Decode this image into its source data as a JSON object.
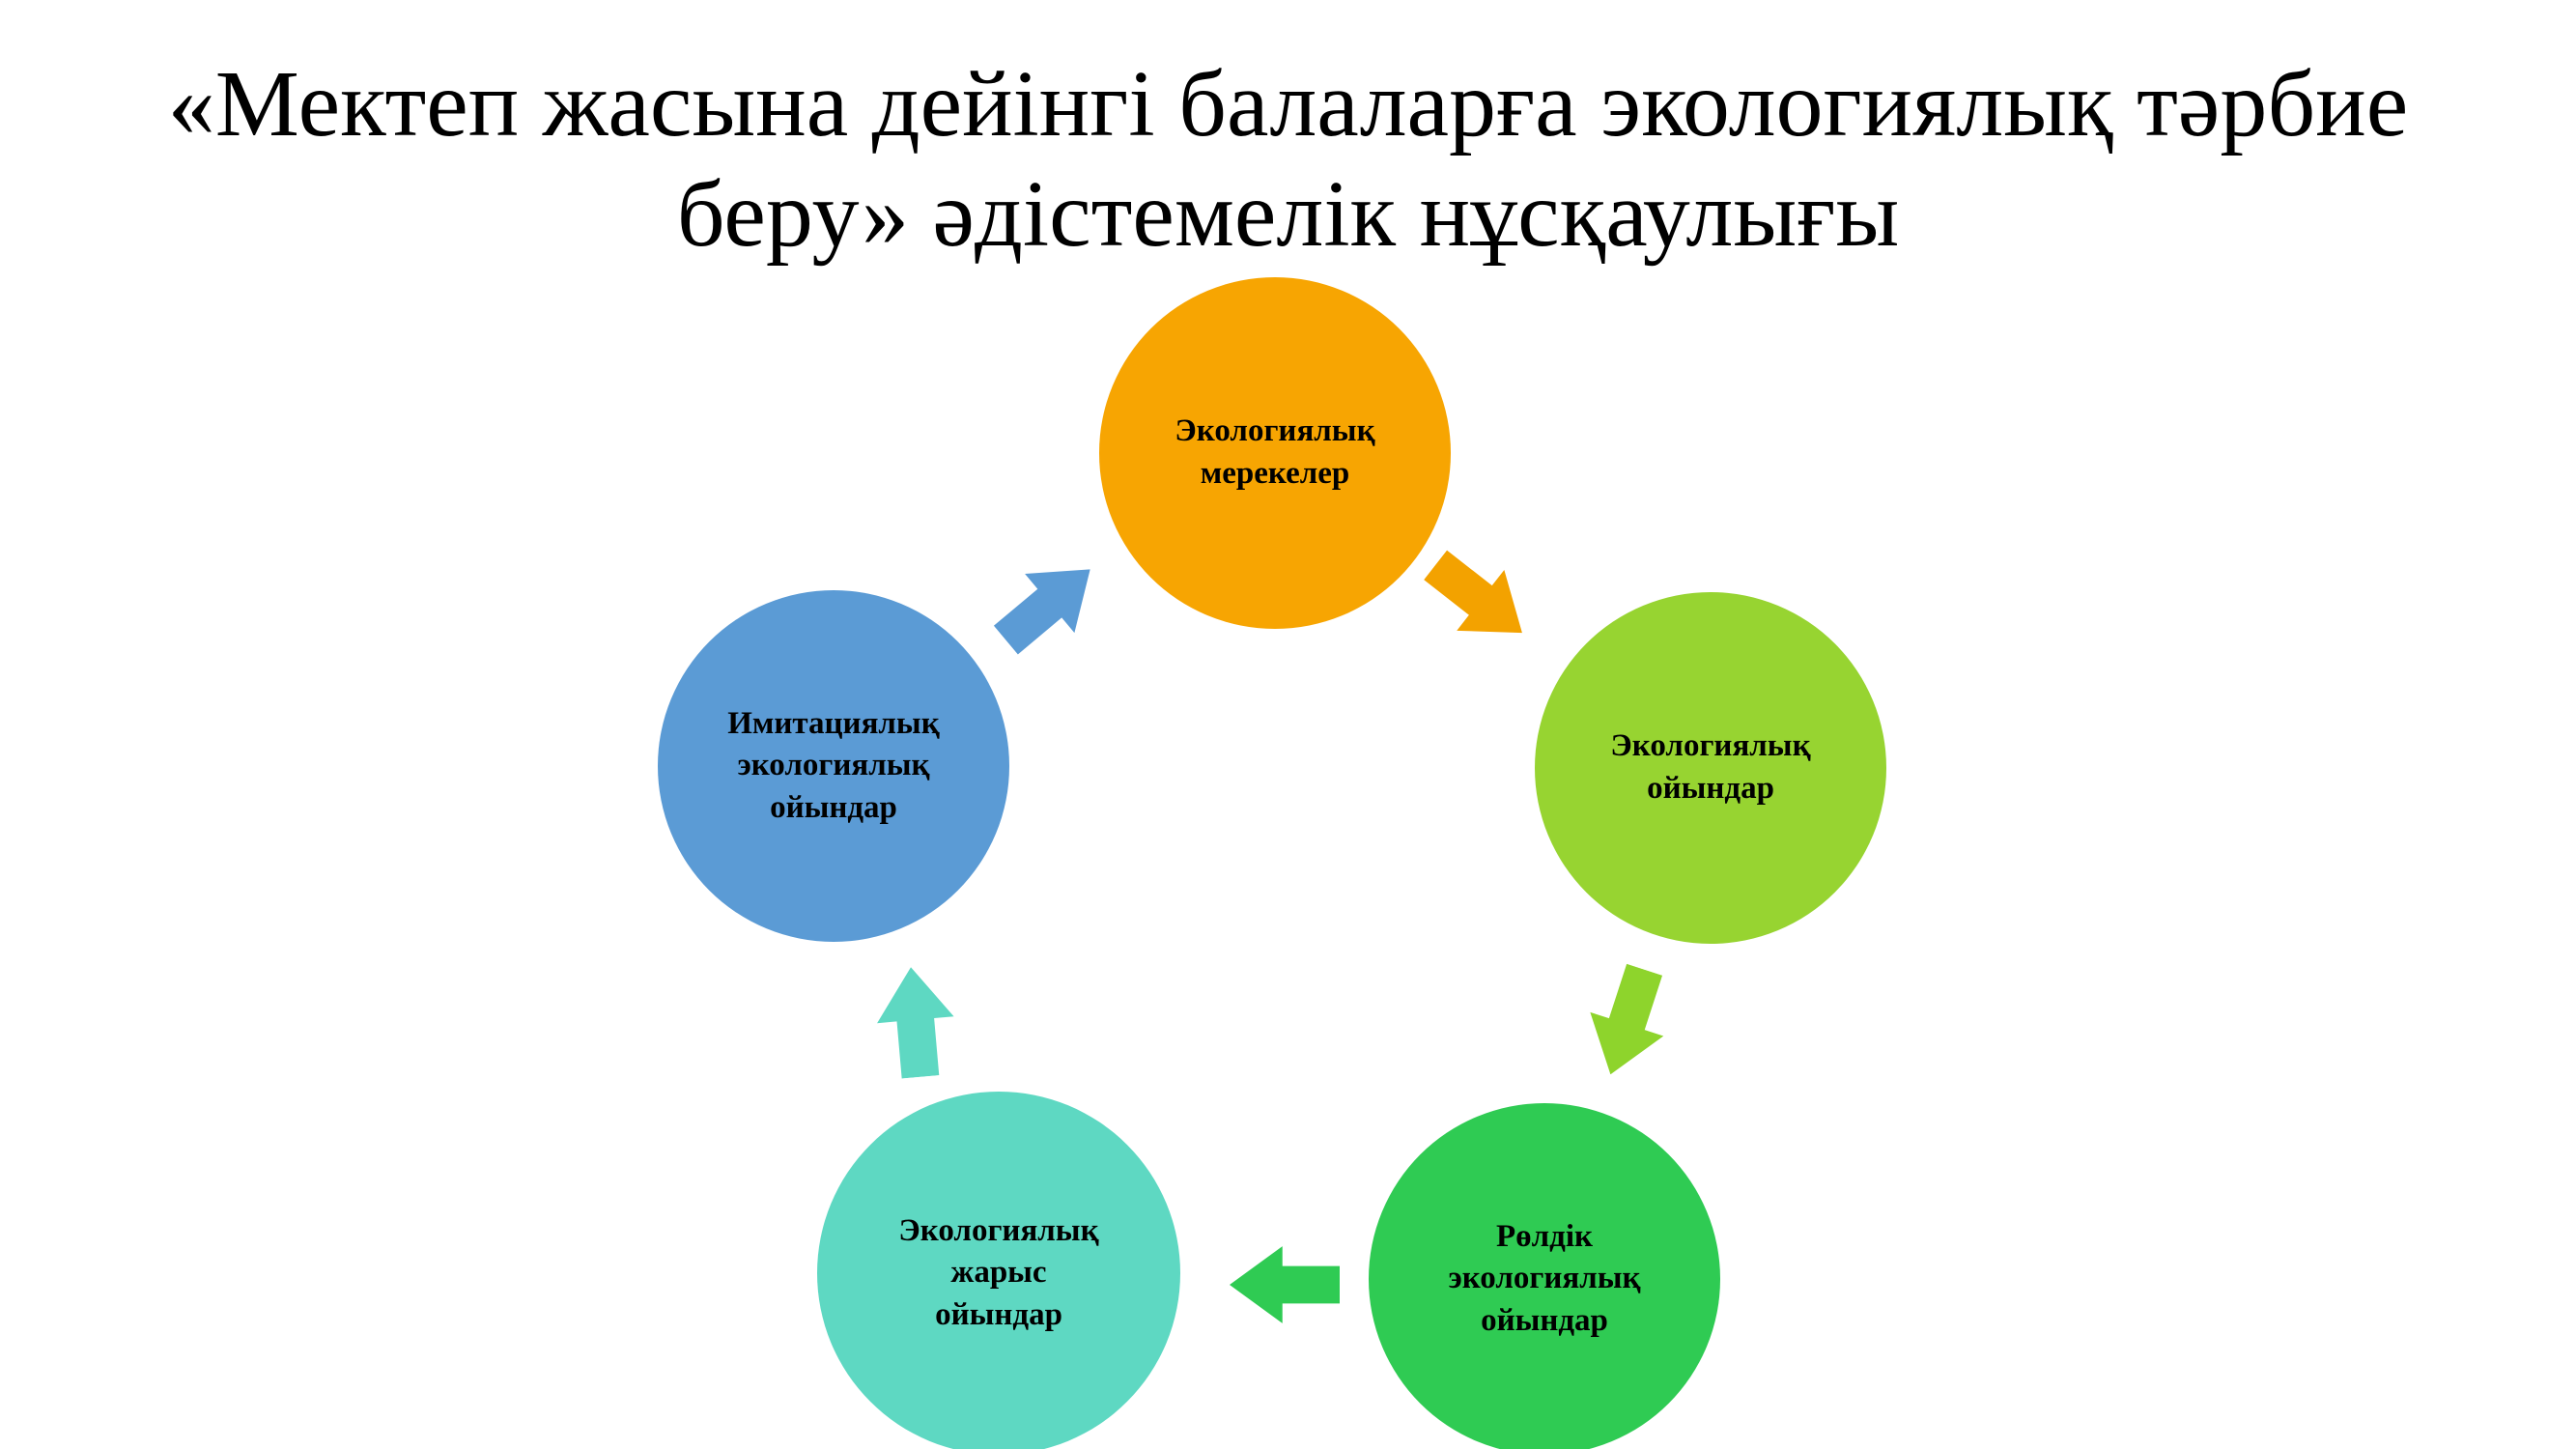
{
  "slide": {
    "title": "«Мектеп жасына дейінгі балаларға экологиялық тәрбие\nберу» әдістемелік нұсқаулығы"
  },
  "diagram": {
    "type": "cycle",
    "nodes": [
      {
        "label": "Экологиялық\nмерекелер",
        "color": "#F7A502"
      },
      {
        "label": "Экологиялық\nойындар",
        "color": "#97D431"
      },
      {
        "label": "Рөлдік\nэкологиялық\nойындар",
        "color": "#2FCB53"
      },
      {
        "label": "Экологиялық\nжарыс\nойындар",
        "color": "#5ED8C2"
      },
      {
        "label": "Имитациялық\nэкологиялық\nойындар",
        "color": "#5B9BD5"
      }
    ],
    "arrows": [
      {
        "from": "Экологиялық мерекелер",
        "to": "Экологиялық ойындар",
        "color": "#F3A200"
      },
      {
        "from": "Экологиялық ойындар",
        "to": "Рөлдік экологиялық ойындар",
        "color": "#8ED42C"
      },
      {
        "from": "Рөлдік экологиялық ойындар",
        "to": "Экологиялық жарыс ойындар",
        "color": "#2FCB53"
      },
      {
        "from": "Экологиялық жарыс ойындар",
        "to": "Имитациялық экологиялық ойындар",
        "color": "#5ED8C2"
      },
      {
        "from": "Имитациялық экологиялық ойындар",
        "to": "Экологиялық мерекелер",
        "color": "#5B9BD5"
      }
    ]
  }
}
